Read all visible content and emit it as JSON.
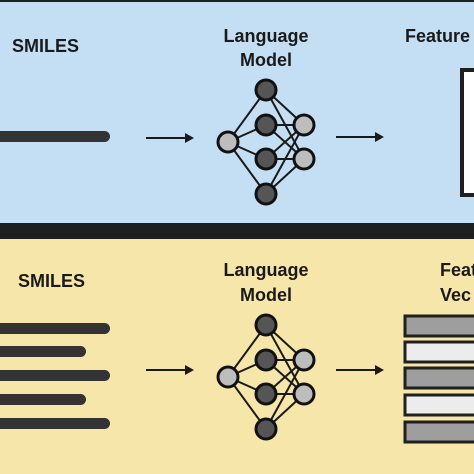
{
  "colors": {
    "top_panel": "#c4dff4",
    "bottom_panel": "#f7e6aa",
    "border": "#1f1f1f",
    "node_dark": "#555555",
    "node_light": "#bdbdbd",
    "bar": "#333333",
    "vector_dark": "#9e9e9e",
    "vector_light": "#ececec"
  },
  "top_panel": {
    "input_label": "SMILES",
    "model_label_line1": "Language",
    "model_label_line2": "Model",
    "output_label": "Feature"
  },
  "bottom_panel": {
    "input_label": "SMILES",
    "model_label_line1": "Language",
    "model_label_line2": "Model",
    "output_label_line1": "Feat",
    "output_label_line2": "Vec"
  }
}
